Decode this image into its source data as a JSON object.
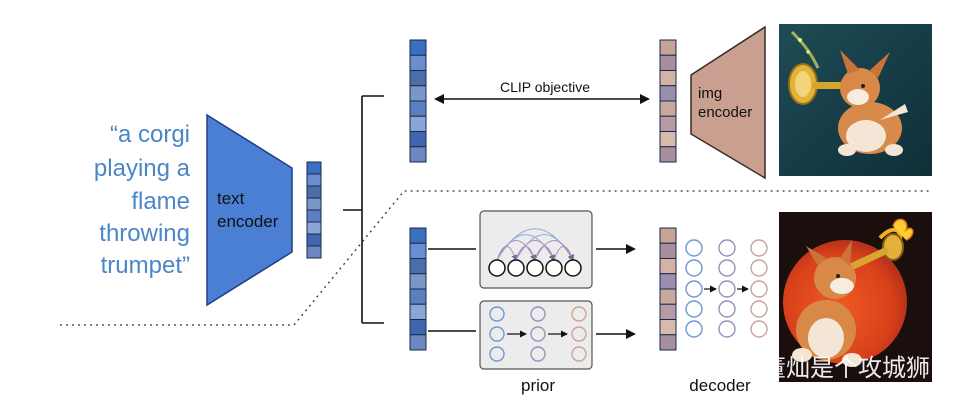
{
  "caption": {
    "lines": [
      "“a corgi",
      "playing a",
      "flame",
      "throwing",
      "trumpet”"
    ]
  },
  "text_encoder": {
    "label_line1": "text",
    "label_line2": "encoder"
  },
  "img_encoder": {
    "label_line1": "img",
    "label_line2": "encoder"
  },
  "clip_objective": {
    "label": "CLIP objective"
  },
  "prior": {
    "label": "prior"
  },
  "decoder": {
    "label": "decoder"
  },
  "watermark": {
    "text": "知乎 @董董灿是个攻城狮"
  },
  "colors": {
    "text_blue": "#4a86c8",
    "encoder_blue": "#4a7fd4",
    "img_encoder_fill": "#c9a08f",
    "embed_text_colors": [
      "#3b6fc1",
      "#6a8fd0",
      "#4b6ea8",
      "#7b96c8",
      "#5b7fc0",
      "#8aa6d8",
      "#3e67b0",
      "#6d88be"
    ],
    "embed_img_colors": [
      "#c7a396",
      "#a88e9c",
      "#d4b3a6",
      "#9b8fb0",
      "#c9a99b",
      "#b79aa6",
      "#d8b9ab",
      "#a6909f"
    ],
    "decoder_circle_colors": [
      "#6f97d3",
      "#9a8fbd",
      "#c9a496"
    ]
  },
  "images": [
    {
      "icon": "corgi-trumpet-illustration-icon"
    },
    {
      "icon": "corgi-flame-trumpet-illustration-icon"
    }
  ]
}
